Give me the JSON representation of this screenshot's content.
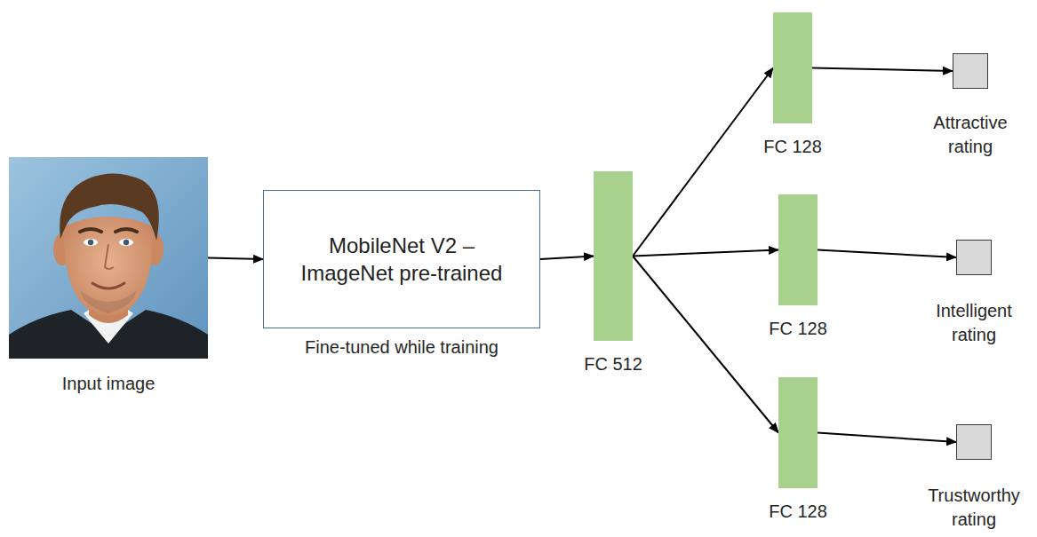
{
  "diagram": {
    "nodes": [
      {
        "text": [
          "Input image"
        ]
      },
      {
        "text": [
          "MobileNet V2 – ImageNet pre-trained",
          "Fine-tuned while training"
        ]
      },
      {
        "text": [
          "FC 512"
        ]
      },
      {
        "text": [
          "FC 128"
        ]
      },
      {
        "text": [
          "FC 128"
        ]
      },
      {
        "text": [
          "FC 128"
        ]
      },
      {
        "text": [
          "Attractive rating"
        ]
      },
      {
        "text": [
          "Intelligent rating"
        ]
      },
      {
        "text": [
          "Trustworthy rating"
        ]
      }
    ],
    "edges": [
      {
        "from": 0,
        "to": 1,
        "arrow": "to"
      },
      {
        "from": 1,
        "to": 2,
        "arrow": "to"
      },
      {
        "from": 2,
        "to": 3,
        "arrow": "to"
      },
      {
        "from": 2,
        "to": 4,
        "arrow": "to"
      },
      {
        "from": 2,
        "to": 5,
        "arrow": "to"
      },
      {
        "from": 3,
        "to": 6,
        "arrow": "to"
      },
      {
        "from": 4,
        "to": 7,
        "arrow": "to"
      },
      {
        "from": 5,
        "to": 8,
        "arrow": "to"
      }
    ]
  }
}
